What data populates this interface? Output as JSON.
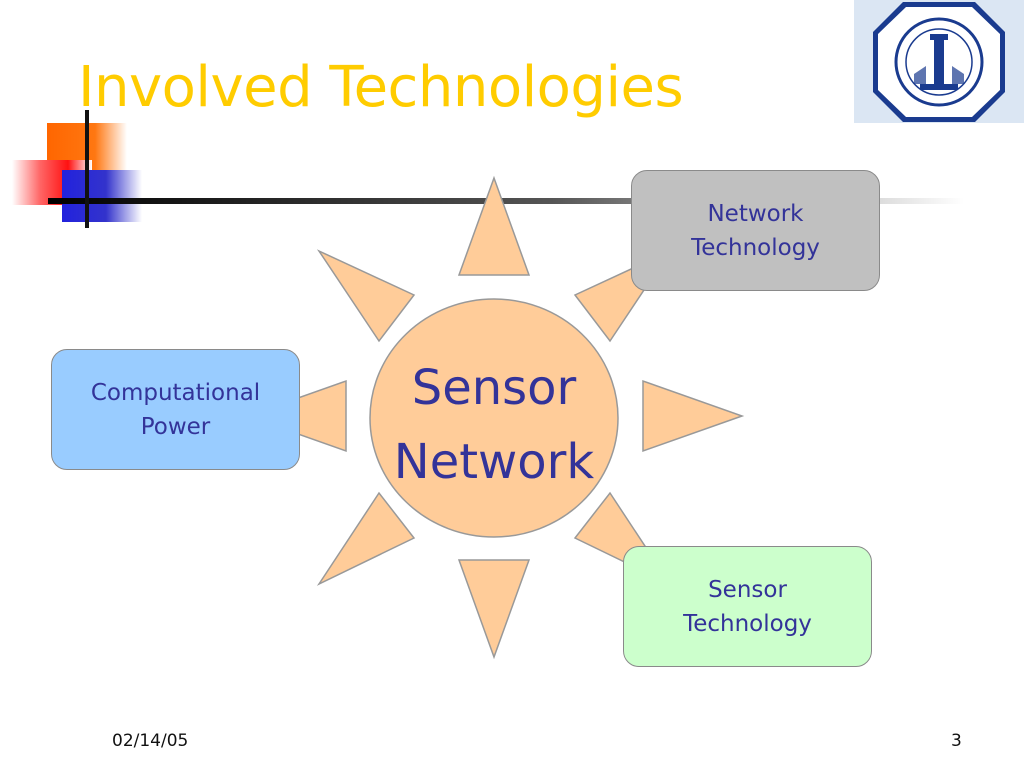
{
  "slide": {
    "title": "Involved Technologies",
    "date": "02/14/05",
    "page_number": "3"
  },
  "diagram": {
    "center": {
      "line1": "Sensor",
      "line2": "Network"
    },
    "nodes": {
      "network_technology": "Network\nTechnology",
      "computational_power": "Computational\nPower",
      "sensor_technology": "Sensor\nTechnology"
    }
  },
  "colors": {
    "title": "#ffcc00",
    "text": "#333399",
    "sun": "#ffcc99",
    "network_box": "#c0c0c0",
    "computational_box": "#99ccff",
    "sensor_box": "#ccffcc"
  },
  "icons": {
    "logo": "university-seal-logo",
    "decoration": "colored-squares-decoration"
  }
}
